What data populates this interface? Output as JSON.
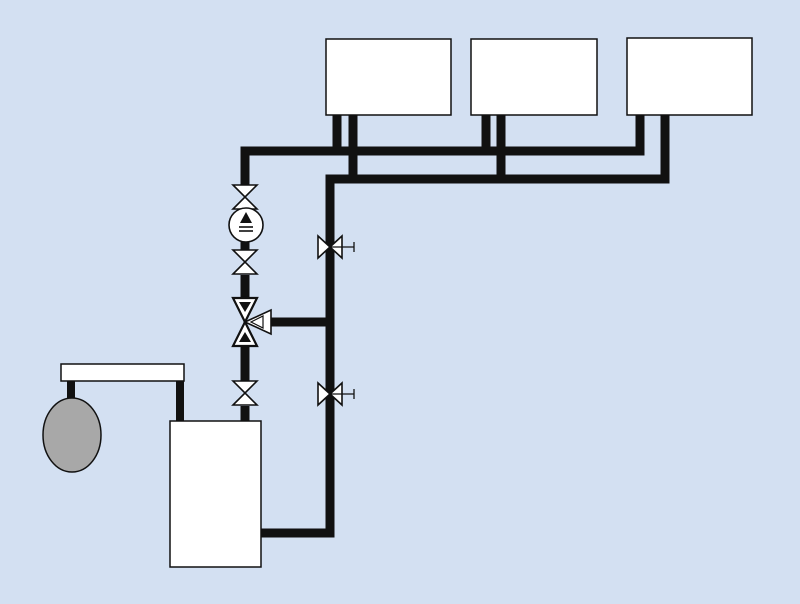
{
  "diagram": {
    "title": "",
    "colors": {
      "background": "#d3e0f2",
      "pipe": "#111111",
      "equipment_fill": "#ffffff",
      "equipment_stroke": "#111111",
      "expansion_vessel_fill": "#a8a8a8"
    },
    "components": [
      {
        "id": "radiator-1",
        "kind": "radiator",
        "label": ""
      },
      {
        "id": "radiator-2",
        "kind": "radiator",
        "label": ""
      },
      {
        "id": "radiator-3",
        "kind": "radiator",
        "label": ""
      },
      {
        "id": "boiler",
        "kind": "heat-generator",
        "label": ""
      },
      {
        "id": "expansion-vessel",
        "kind": "expansion-vessel",
        "label": ""
      },
      {
        "id": "circulation-pump",
        "kind": "pump",
        "label": ""
      },
      {
        "id": "three-way-mixing-valve",
        "kind": "three-way-valve",
        "label": ""
      },
      {
        "id": "isolation-valves",
        "kind": "gate-valve",
        "count": 3
      },
      {
        "id": "balancing-valves",
        "kind": "regulating-valve",
        "count": 2
      }
    ]
  }
}
